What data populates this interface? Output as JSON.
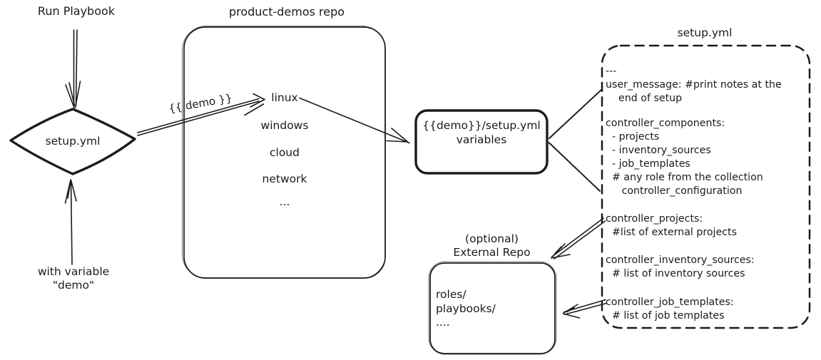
{
  "colors": {
    "ink": "#1b1b1b",
    "background": "#ffffff"
  },
  "left_flow": {
    "run_playbook_label": "Run Playbook",
    "diamond_label": "setup.yml",
    "with_variable_label": "with variable\n\"demo\""
  },
  "repo_box": {
    "title": "product-demos repo",
    "arrow_label": "{{ demo }}",
    "items": [
      "linux",
      "windows",
      "cloud",
      "network",
      "..."
    ]
  },
  "variables_box": {
    "text": "{{demo}}/setup.yml\nvariables"
  },
  "setup_yml_box": {
    "title": "setup.yml",
    "groups": [
      "---\nuser_message: #print notes at the\n    end of setup",
      "controller_components:\n  - projects\n  - inventory_sources\n  - job_templates\n  # any role from the collection\n     controller_configuration",
      "controller_projects:\n  #list of external projects",
      "controller_inventory_sources:\n  # list of inventory sources",
      "controller_job_templates:\n  # list of job templates"
    ]
  },
  "external_repo_box": {
    "label": "(optional)\nExternal Repo",
    "content": "roles/\nplaybooks/\n...."
  }
}
